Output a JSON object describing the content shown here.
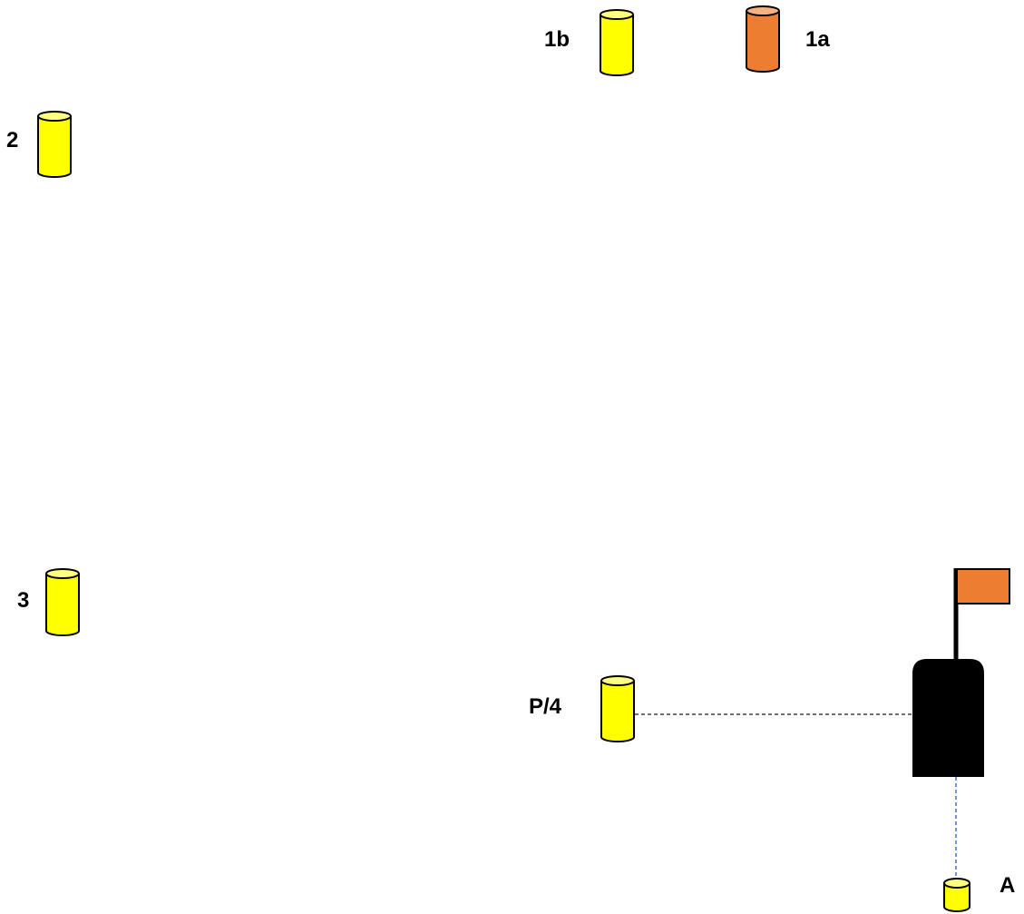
{
  "buoys": [
    {
      "id": "1b",
      "label": "1b",
      "color": "yellow"
    },
    {
      "id": "1a",
      "label": "1a",
      "color": "orange"
    },
    {
      "id": "2",
      "label": "2",
      "color": "yellow"
    },
    {
      "id": "3",
      "label": "3",
      "color": "yellow"
    },
    {
      "id": "p4",
      "label": "P/4",
      "color": "yellow"
    },
    {
      "id": "a",
      "label": "A",
      "color": "yellow"
    }
  ],
  "colors": {
    "yellow": "#ffff00",
    "orange": "#ed7d31",
    "committee_boat": "#000000",
    "flag": "#ed7d31",
    "start_line_dash": "#404040",
    "offset_line_dash": "#4472c4"
  }
}
